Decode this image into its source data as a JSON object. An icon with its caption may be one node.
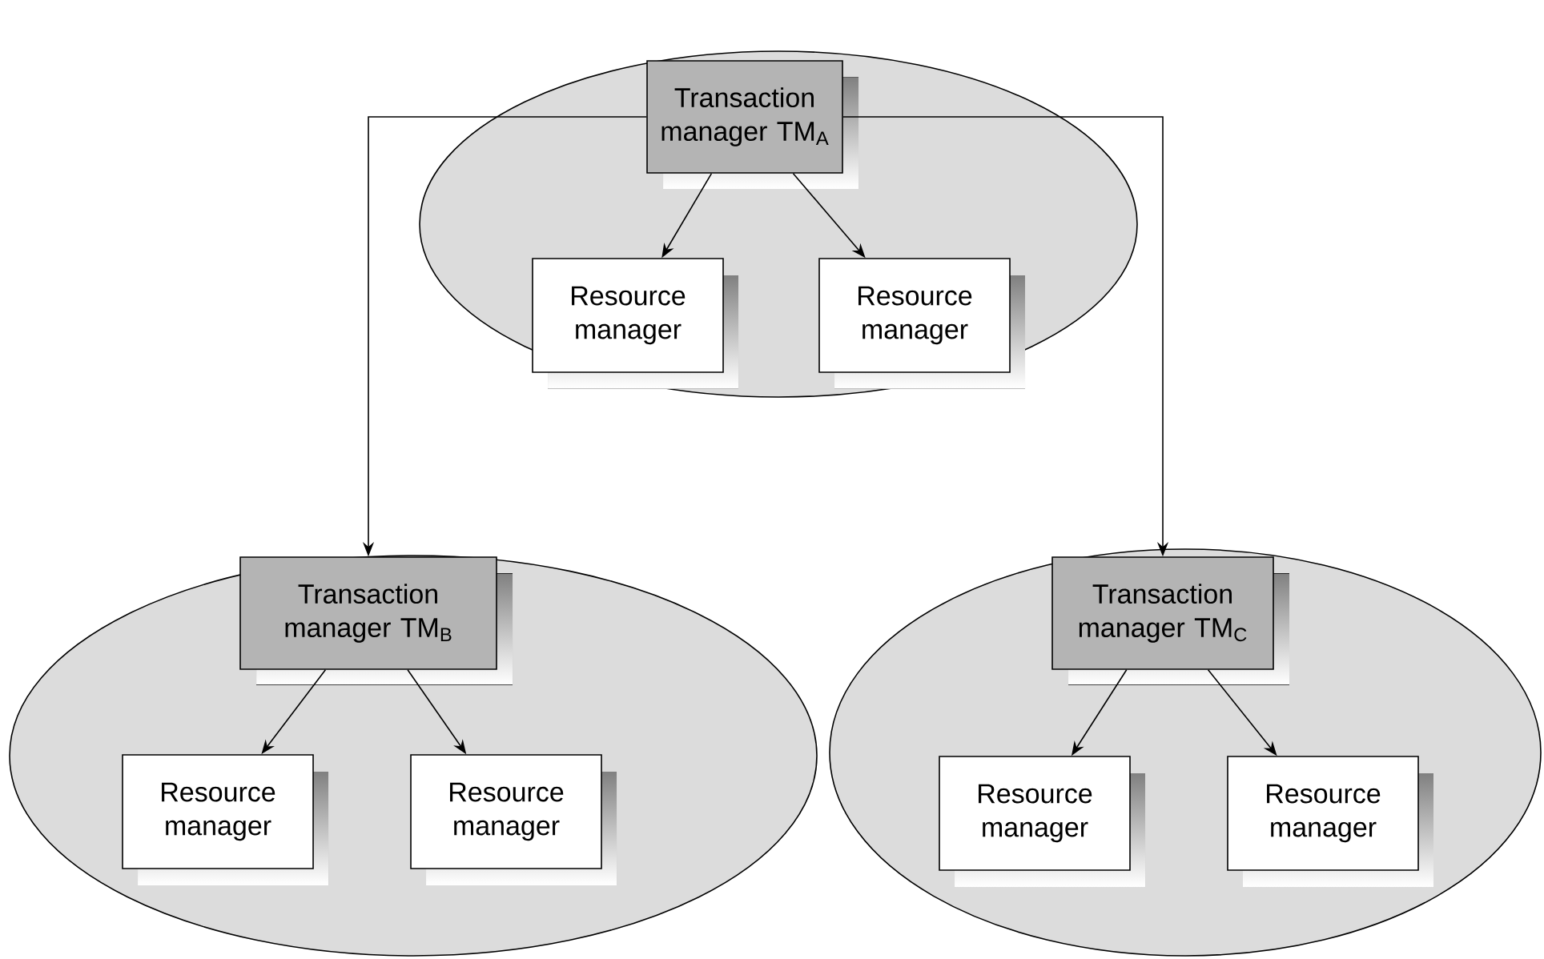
{
  "diagram": {
    "nodes": [
      {
        "text": [],
        "shape": "ellipse"
      },
      {
        "text": [
          "Transaction manager TM$_{A}$"
        ],
        "in": 0
      },
      {
        "text": [
          "Resource manager"
        ],
        "in": 0
      },
      {
        "text": [
          "Resource manager"
        ],
        "in": 0
      },
      {
        "text": [],
        "shape": "ellipse"
      },
      {
        "text": [
          "Transaction manager TM$_{B}$"
        ],
        "in": 4
      },
      {
        "text": [
          "Resource manager"
        ],
        "in": 4
      },
      {
        "text": [
          "Resource manager"
        ],
        "in": 4
      },
      {
        "text": [],
        "shape": "ellipse"
      },
      {
        "text": [
          "Transaction manager TM$_{C}$"
        ],
        "in": 8
      },
      {
        "text": [
          "Resource manager"
        ],
        "in": 8
      },
      {
        "text": [
          "Resource manager"
        ],
        "in": 8
      }
    ],
    "edges": [
      {
        "from": 1,
        "to": 2,
        "arrow": "to"
      },
      {
        "from": 1,
        "to": 3,
        "arrow": "to"
      },
      {
        "from": 1,
        "to": 5,
        "arrow": "to"
      },
      {
        "from": 1,
        "to": 9,
        "arrow": "to"
      },
      {
        "from": 5,
        "to": 6,
        "arrow": "to"
      },
      {
        "from": 5,
        "to": 7,
        "arrow": "to"
      },
      {
        "from": 9,
        "to": 10,
        "arrow": "to"
      },
      {
        "from": 9,
        "to": 11,
        "arrow": "to"
      }
    ]
  }
}
